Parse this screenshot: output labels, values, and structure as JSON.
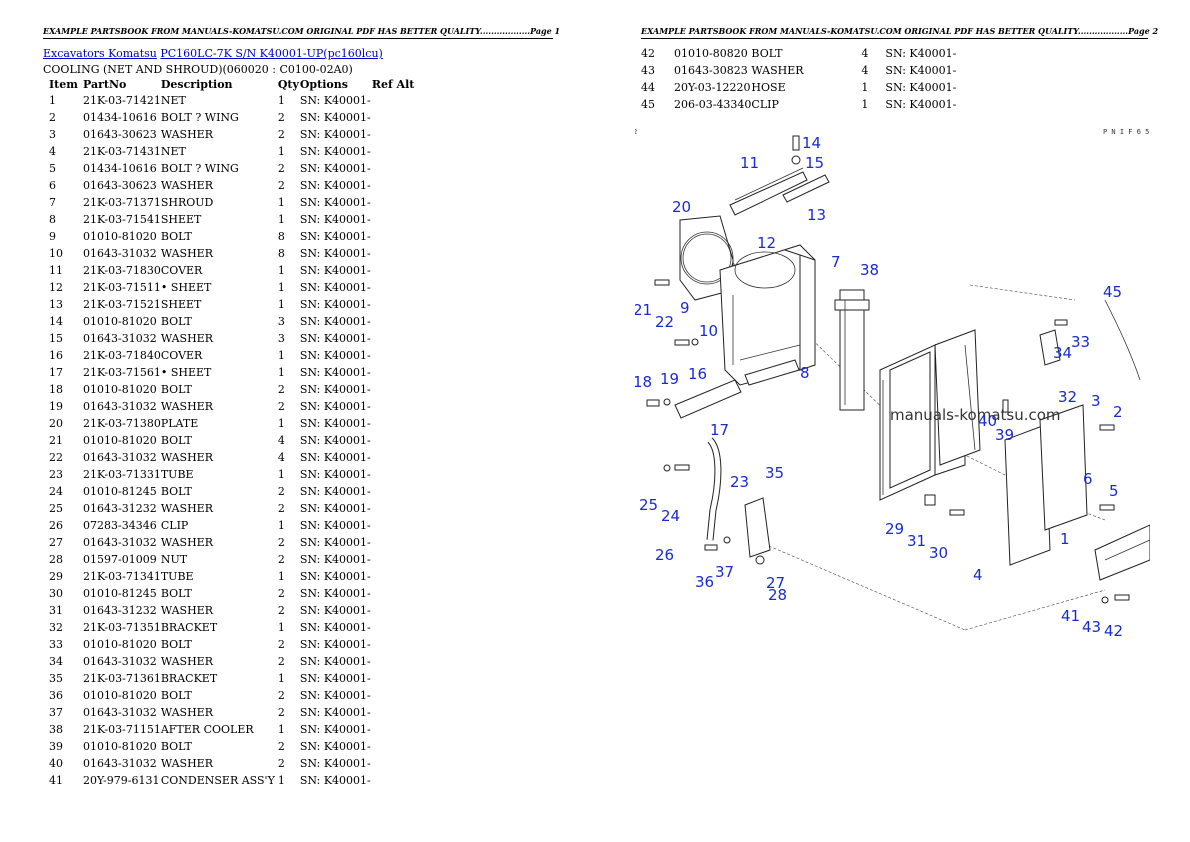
{
  "page1": {
    "header": "EXAMPLE PARTSBOOK FROM MANUALS-KOMATSU.COM ORIGINAL PDF HAS BETTER QUALITY..................Page 1",
    "breadcrumb": {
      "link1": "Excavators Komatsu",
      "link2": "PC160LC-7K S/N K40001-UP(pc160lcu)"
    },
    "section_title": "COOLING (NET AND SHROUD)(060020 : C0100-02A0)",
    "columns": [
      "Item",
      "PartNo",
      "Description",
      "Qty",
      "Options",
      "Ref Alt"
    ],
    "rows": [
      {
        "item": "1",
        "part": "21K-03-71421",
        "desc": "NET",
        "qty": "1",
        "opt": "SN: K40001-"
      },
      {
        "item": "2",
        "part": "01434-10616",
        "desc": "BOLT ? WING",
        "qty": "2",
        "opt": "SN: K40001-"
      },
      {
        "item": "3",
        "part": "01643-30623",
        "desc": "WASHER",
        "qty": "2",
        "opt": "SN: K40001-"
      },
      {
        "item": "4",
        "part": "21K-03-71431",
        "desc": "NET",
        "qty": "1",
        "opt": "SN: K40001-"
      },
      {
        "item": "5",
        "part": "01434-10616",
        "desc": "BOLT ? WING",
        "qty": "2",
        "opt": "SN: K40001-"
      },
      {
        "item": "6",
        "part": "01643-30623",
        "desc": "WASHER",
        "qty": "2",
        "opt": "SN: K40001-"
      },
      {
        "item": "7",
        "part": "21K-03-71371",
        "desc": "SHROUD",
        "qty": "1",
        "opt": "SN: K40001-"
      },
      {
        "item": "8",
        "part": "21K-03-71541",
        "desc": "SHEET",
        "qty": "1",
        "opt": "SN: K40001-"
      },
      {
        "item": "9",
        "part": "01010-81020",
        "desc": "BOLT",
        "qty": "8",
        "opt": "SN: K40001-"
      },
      {
        "item": "10",
        "part": "01643-31032",
        "desc": "WASHER",
        "qty": "8",
        "opt": "SN: K40001-"
      },
      {
        "item": "11",
        "part": "21K-03-71830",
        "desc": "COVER",
        "qty": "1",
        "opt": "SN: K40001-"
      },
      {
        "item": "12",
        "part": "21K-03-71511",
        "desc": "• SHEET",
        "qty": "1",
        "opt": "SN: K40001-"
      },
      {
        "item": "13",
        "part": "21K-03-71521",
        "desc": "SHEET",
        "qty": "1",
        "opt": "SN: K40001-"
      },
      {
        "item": "14",
        "part": "01010-81020",
        "desc": "BOLT",
        "qty": "3",
        "opt": "SN: K40001-"
      },
      {
        "item": "15",
        "part": "01643-31032",
        "desc": "WASHER",
        "qty": "3",
        "opt": "SN: K40001-"
      },
      {
        "item": "16",
        "part": "21K-03-71840",
        "desc": "COVER",
        "qty": "1",
        "opt": "SN: K40001-"
      },
      {
        "item": "17",
        "part": "21K-03-71561",
        "desc": "• SHEET",
        "qty": "1",
        "opt": "SN: K40001-"
      },
      {
        "item": "18",
        "part": "01010-81020",
        "desc": "BOLT",
        "qty": "2",
        "opt": "SN: K40001-"
      },
      {
        "item": "19",
        "part": "01643-31032",
        "desc": "WASHER",
        "qty": "2",
        "opt": "SN: K40001-"
      },
      {
        "item": "20",
        "part": "21K-03-71380",
        "desc": "PLATE",
        "qty": "1",
        "opt": "SN: K40001-"
      },
      {
        "item": "21",
        "part": "01010-81020",
        "desc": "BOLT",
        "qty": "4",
        "opt": "SN: K40001-"
      },
      {
        "item": "22",
        "part": "01643-31032",
        "desc": "WASHER",
        "qty": "4",
        "opt": "SN: K40001-"
      },
      {
        "item": "23",
        "part": "21K-03-71331",
        "desc": "TUBE",
        "qty": "1",
        "opt": "SN: K40001-"
      },
      {
        "item": "24",
        "part": "01010-81245",
        "desc": "BOLT",
        "qty": "2",
        "opt": "SN: K40001-"
      },
      {
        "item": "25",
        "part": "01643-31232",
        "desc": "WASHER",
        "qty": "2",
        "opt": "SN: K40001-"
      },
      {
        "item": "26",
        "part": "07283-34346",
        "desc": "CLIP",
        "qty": "1",
        "opt": "SN: K40001-"
      },
      {
        "item": "27",
        "part": "01643-31032",
        "desc": "WASHER",
        "qty": "2",
        "opt": "SN: K40001-"
      },
      {
        "item": "28",
        "part": "01597-01009",
        "desc": "NUT",
        "qty": "2",
        "opt": "SN: K40001-"
      },
      {
        "item": "29",
        "part": "21K-03-71341",
        "desc": "TUBE",
        "qty": "1",
        "opt": "SN: K40001-"
      },
      {
        "item": "30",
        "part": "01010-81245",
        "desc": "BOLT",
        "qty": "2",
        "opt": "SN: K40001-"
      },
      {
        "item": "31",
        "part": "01643-31232",
        "desc": "WASHER",
        "qty": "2",
        "opt": "SN: K40001-"
      },
      {
        "item": "32",
        "part": "21K-03-71351",
        "desc": "BRACKET",
        "qty": "1",
        "opt": "SN: K40001-"
      },
      {
        "item": "33",
        "part": "01010-81020",
        "desc": "BOLT",
        "qty": "2",
        "opt": "SN: K40001-"
      },
      {
        "item": "34",
        "part": "01643-31032",
        "desc": "WASHER",
        "qty": "2",
        "opt": "SN: K40001-"
      },
      {
        "item": "35",
        "part": "21K-03-71361",
        "desc": "BRACKET",
        "qty": "1",
        "opt": "SN: K40001-"
      },
      {
        "item": "36",
        "part": "01010-81020",
        "desc": "BOLT",
        "qty": "2",
        "opt": "SN: K40001-"
      },
      {
        "item": "37",
        "part": "01643-31032",
        "desc": "WASHER",
        "qty": "2",
        "opt": "SN: K40001-"
      },
      {
        "item": "38",
        "part": "21K-03-71151",
        "desc": "AFTER COOLER",
        "qty": "1",
        "opt": "SN: K40001-"
      },
      {
        "item": "39",
        "part": "01010-81020",
        "desc": "BOLT",
        "qty": "2",
        "opt": "SN: K40001-"
      },
      {
        "item": "40",
        "part": "01643-31032",
        "desc": "WASHER",
        "qty": "2",
        "opt": "SN: K40001-"
      },
      {
        "item": "41",
        "part": "20Y-979-6131",
        "desc": "CONDENSER ASS'Y",
        "qty": "1",
        "opt": "SN: K40001-"
      }
    ]
  },
  "page2": {
    "header": "EXAMPLE PARTSBOOK FROM MANUALS-KOMATSU.COM ORIGINAL PDF HAS BETTER QUALITY..................Page 2",
    "rows": [
      {
        "item": "42",
        "part": "01010-80820",
        "desc": "BOLT",
        "qty": "4",
        "opt": "SN: K40001-"
      },
      {
        "item": "43",
        "part": "01643-30823",
        "desc": "WASHER",
        "qty": "4",
        "opt": "SN: K40001-"
      },
      {
        "item": "44",
        "part": "20Y-03-12220",
        "desc": "HOSE",
        "qty": "1",
        "opt": "SN: K40001-"
      },
      {
        "item": "45",
        "part": "206-03-43340",
        "desc": "CLIP",
        "qty": "1",
        "opt": "SN: K40001-"
      }
    ],
    "diagram": {
      "corner_code": "P N I F 6 5",
      "watermark": "manuals-komatsu.com",
      "callouts": [
        "14",
        "15",
        "11",
        "13",
        "20",
        "12",
        "7",
        "38",
        "45",
        "21",
        "22",
        "9",
        "10",
        "34",
        "33",
        "18",
        "19",
        "16",
        "8",
        "32",
        "3",
        "2",
        "17",
        "40",
        "39",
        "23",
        "35",
        "6",
        "5",
        "25",
        "24",
        "29",
        "1",
        "31",
        "30",
        "26",
        "36",
        "37",
        "27",
        "28",
        "4",
        "41",
        "43",
        "42"
      ]
    }
  }
}
